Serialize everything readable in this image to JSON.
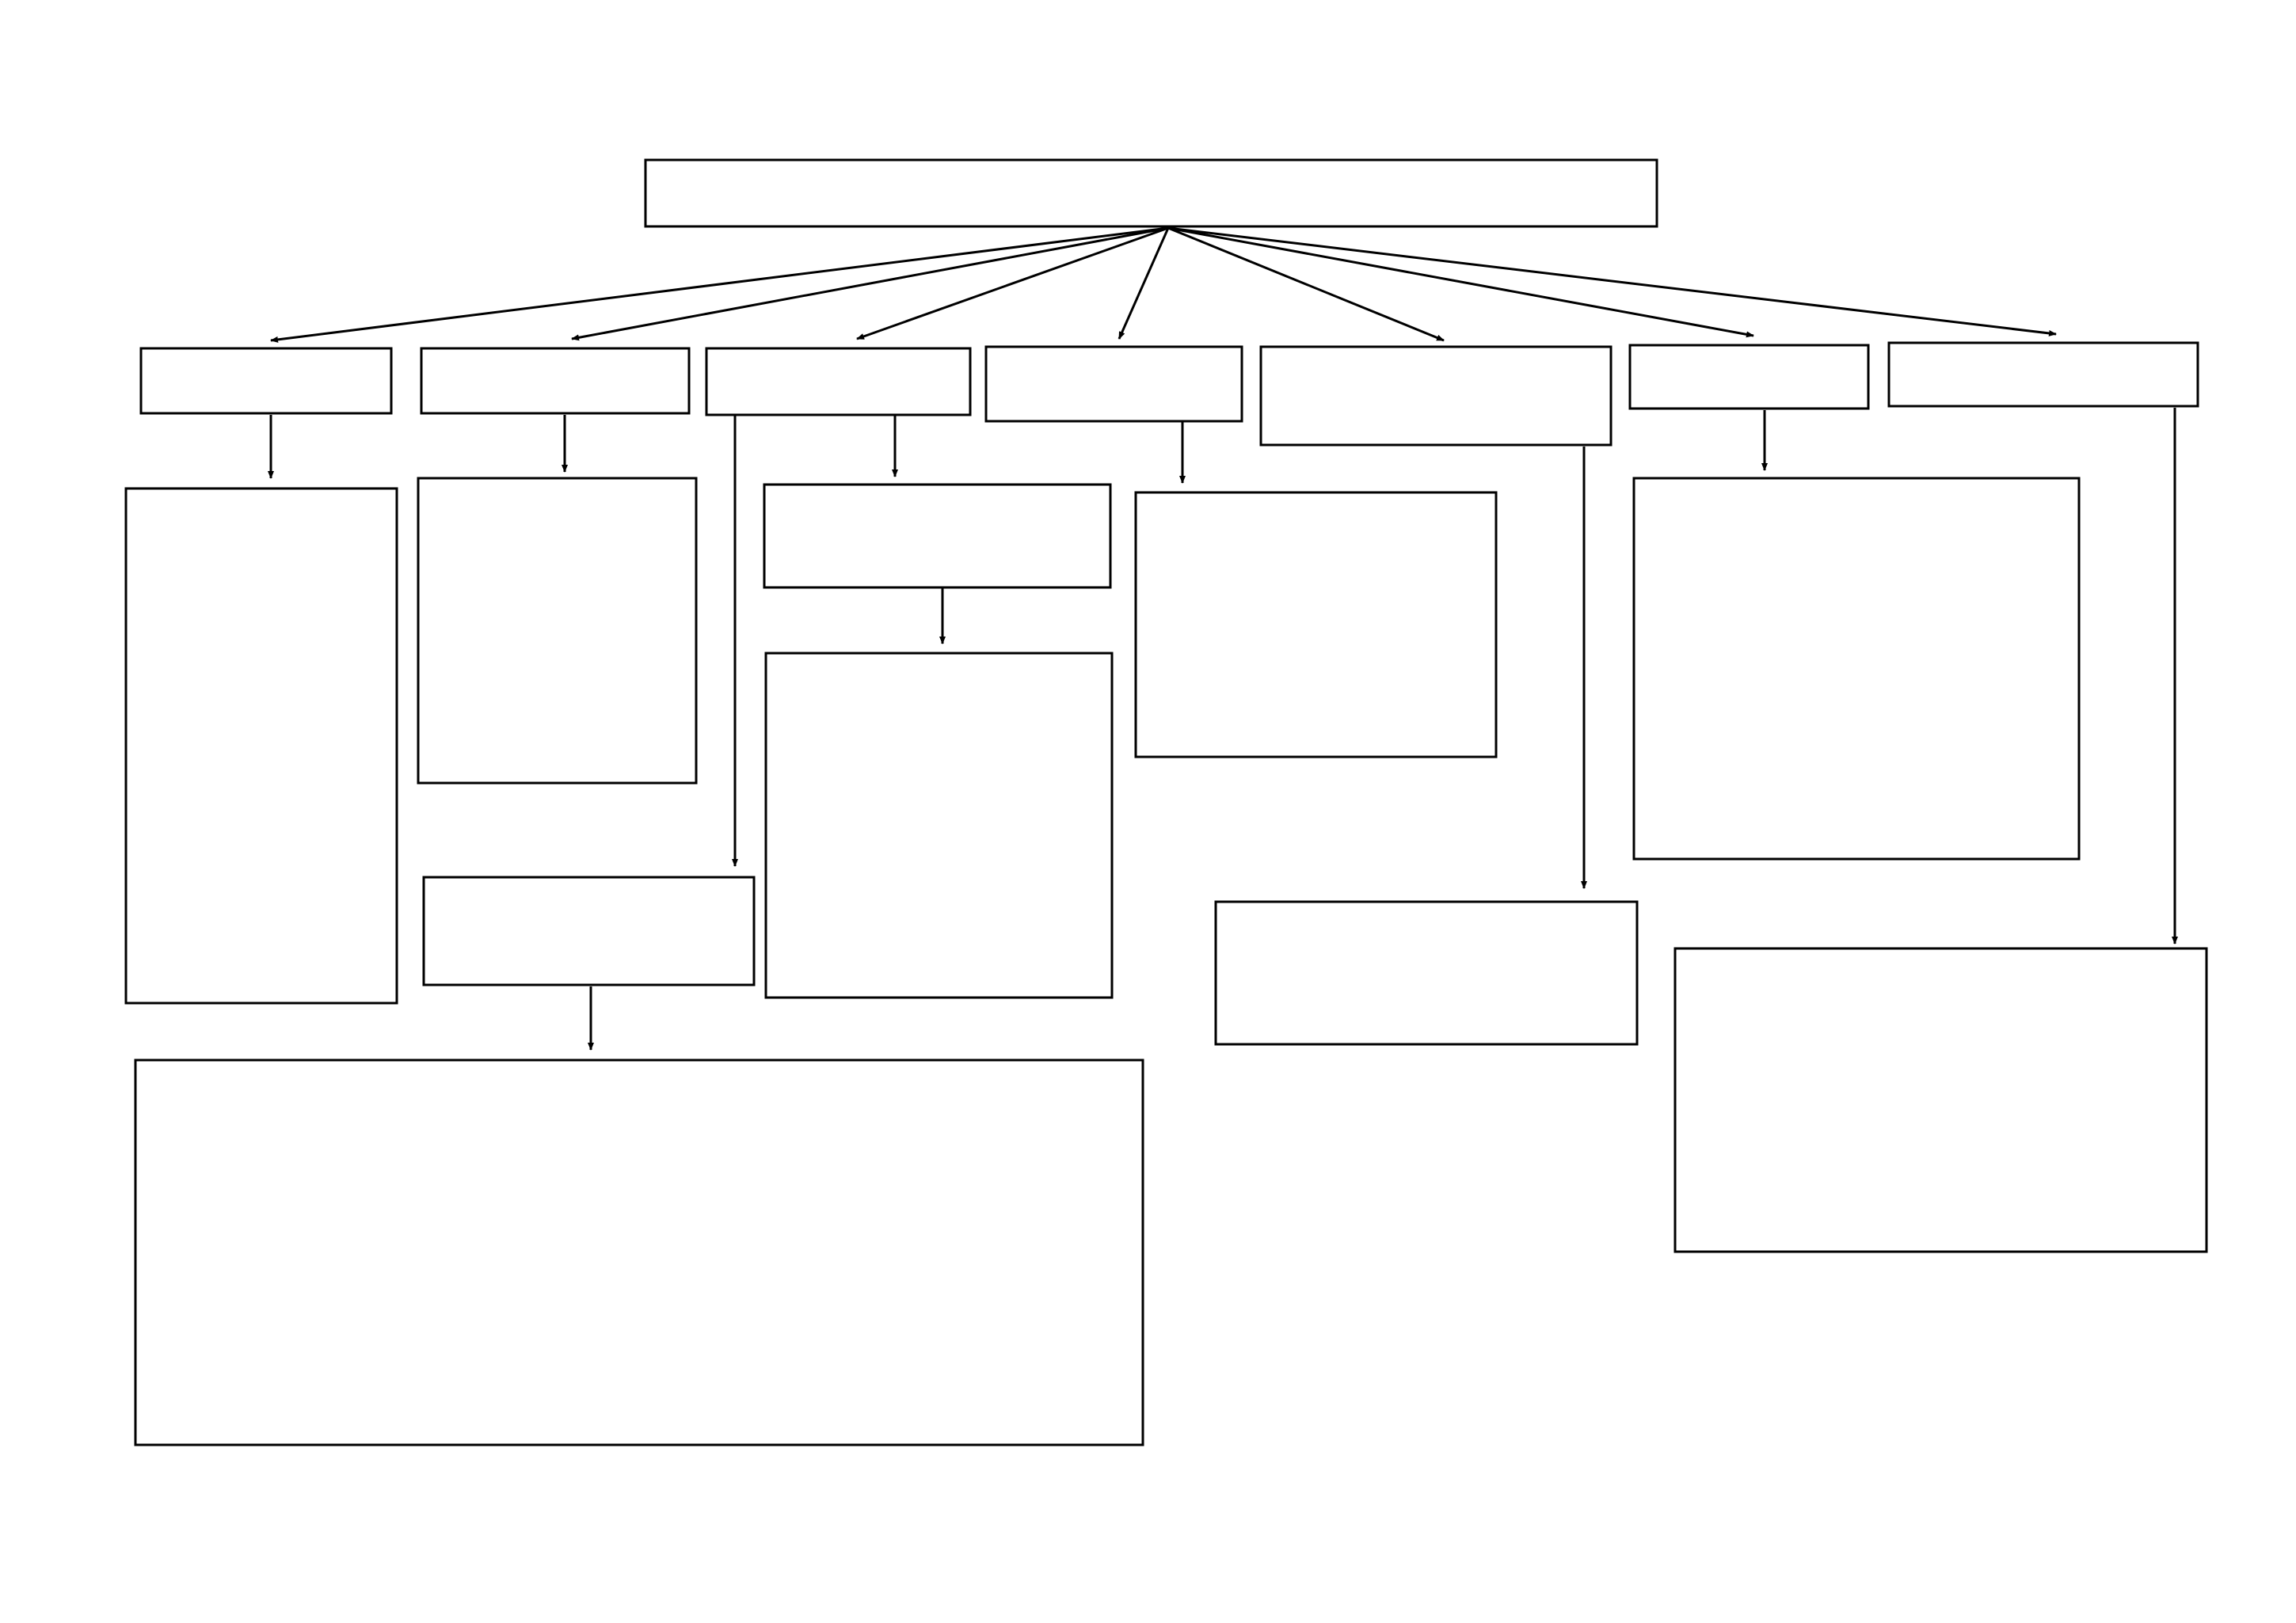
{
  "diagram": {
    "type": "blank-concept-map",
    "colors": {
      "stroke": "#000000",
      "fill": "#ffffff",
      "background": "#ffffff"
    },
    "nodes": [
      {
        "id": "root",
        "label": ""
      },
      {
        "id": "level1-a",
        "label": ""
      },
      {
        "id": "level1-b",
        "label": ""
      },
      {
        "id": "level1-c",
        "label": ""
      },
      {
        "id": "level1-d",
        "label": ""
      },
      {
        "id": "level1-e",
        "label": ""
      },
      {
        "id": "level1-f",
        "label": ""
      },
      {
        "id": "level1-g",
        "label": ""
      },
      {
        "id": "detail-a",
        "label": ""
      },
      {
        "id": "detail-b",
        "label": ""
      },
      {
        "id": "detail-c1",
        "label": ""
      },
      {
        "id": "detail-c2",
        "label": ""
      },
      {
        "id": "detail-c3",
        "label": ""
      },
      {
        "id": "detail-c3-sub",
        "label": ""
      },
      {
        "id": "detail-c2-sub",
        "label": ""
      },
      {
        "id": "detail-d",
        "label": ""
      },
      {
        "id": "detail-e",
        "label": ""
      },
      {
        "id": "detail-f",
        "label": ""
      },
      {
        "id": "detail-g",
        "label": ""
      }
    ],
    "edges": [
      {
        "from": "root",
        "to": "level1-a"
      },
      {
        "from": "root",
        "to": "level1-b"
      },
      {
        "from": "root",
        "to": "level1-c"
      },
      {
        "from": "root",
        "to": "level1-d"
      },
      {
        "from": "root",
        "to": "level1-e"
      },
      {
        "from": "root",
        "to": "level1-f"
      },
      {
        "from": "root",
        "to": "level1-g"
      },
      {
        "from": "level1-a",
        "to": "detail-a"
      },
      {
        "from": "level1-b",
        "to": "detail-b"
      },
      {
        "from": "level1-c",
        "to": "detail-c1"
      },
      {
        "from": "level1-c",
        "to": "detail-c3"
      },
      {
        "from": "detail-c3",
        "to": "detail-c3-sub"
      },
      {
        "from": "detail-c1",
        "to": "detail-c2-sub"
      },
      {
        "from": "level1-d",
        "to": "detail-d"
      },
      {
        "from": "level1-e",
        "to": "detail-e"
      },
      {
        "from": "level1-f",
        "to": "detail-f"
      },
      {
        "from": "level1-g",
        "to": "detail-g"
      }
    ]
  }
}
